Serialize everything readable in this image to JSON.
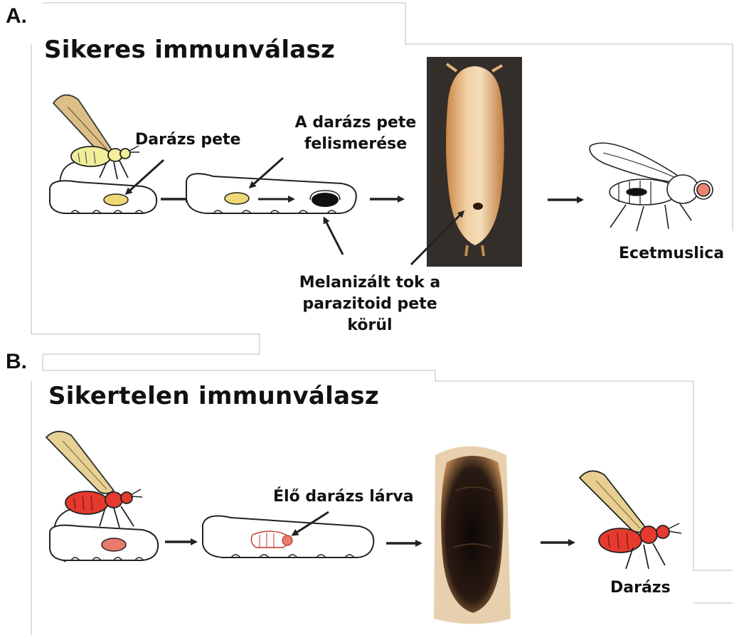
{
  "panel_a": {
    "letter": "A.",
    "title": "Sikeres immunválasz",
    "label_wasp_egg": "Darázs pete",
    "label_recognition_line1": "A darázs pete",
    "label_recognition_line2": "felismerése",
    "label_capsule_line1": "Melanizált tok a",
    "label_capsule_line2": "parazitoid pete körül",
    "label_outcome": "Ecetmuslica",
    "colors": {
      "wasp_body": "#f2ee9a",
      "egg": "#f0d877",
      "capsule": "#111111",
      "pupa": "#e8b47e",
      "fly_eye": "#e9846f"
    }
  },
  "panel_b": {
    "letter": "B.",
    "title": "Sikertelen immunválasz",
    "label_larva": "Élő darázs lárva",
    "label_outcome": "Darázs",
    "colors": {
      "wasp_body": "#e53a2e",
      "wing": "#e6cf90",
      "pupa_dark": "#1a1210",
      "pupa_edge": "#c98b52"
    }
  }
}
